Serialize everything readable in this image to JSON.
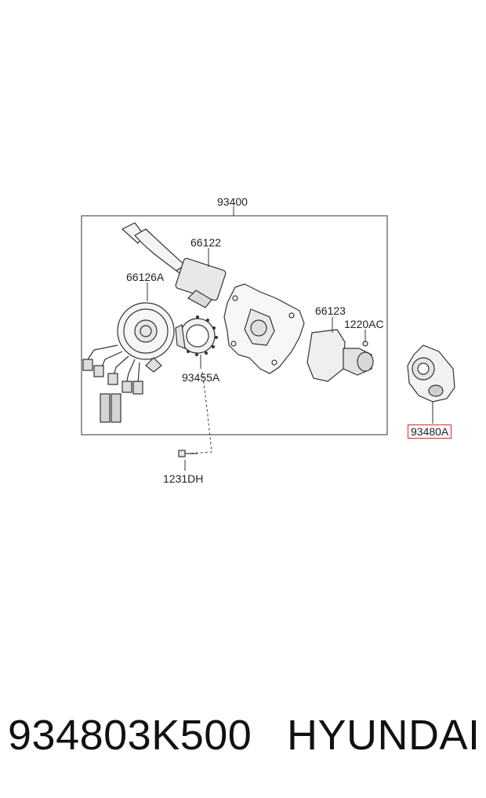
{
  "callouts": {
    "assembly": "93400",
    "c66122": "66122",
    "c66126a": "66126A",
    "c66123": "66123",
    "c1220ac": "1220AC",
    "c93455a": "93455A",
    "c93480a": "93480A",
    "c1231dh": "1231DH"
  },
  "highlight_color": "#e0242a",
  "footer": {
    "part_number": "934803K500",
    "brand": "HYUNDAI"
  }
}
